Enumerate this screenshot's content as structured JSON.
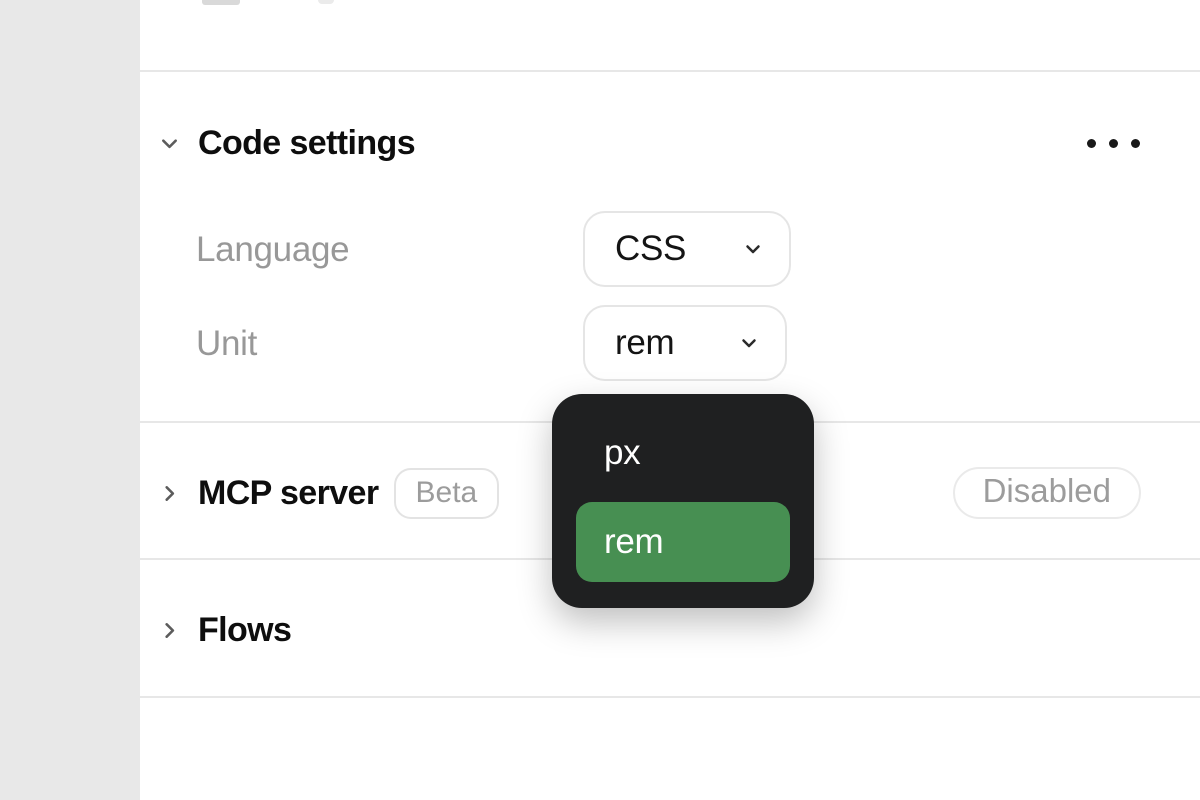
{
  "colors": {
    "accent_green": "#478f52",
    "menu_background": "#1f2021",
    "panel_background": "#ffffff",
    "gutter": "#e8e8e8"
  },
  "icons": {
    "expanded_section": "chevron-down",
    "collapsed_section": "chevron-right",
    "select_caret": "chevron-down",
    "more_options": "ellipsis"
  },
  "sections": [
    {
      "title": "Code settings",
      "state": "expanded",
      "fields": [
        {
          "label": "Language",
          "value": "CSS"
        },
        {
          "label": "Unit",
          "value": "rem"
        }
      ]
    },
    {
      "title": "MCP server",
      "state": "collapsed",
      "badge": "Beta",
      "status": "Disabled"
    },
    {
      "title": "Flows",
      "state": "collapsed"
    }
  ],
  "unit_menu": {
    "open_for": "Unit",
    "options": [
      {
        "label": "px",
        "selected": false
      },
      {
        "label": "rem",
        "selected": true
      }
    ]
  }
}
